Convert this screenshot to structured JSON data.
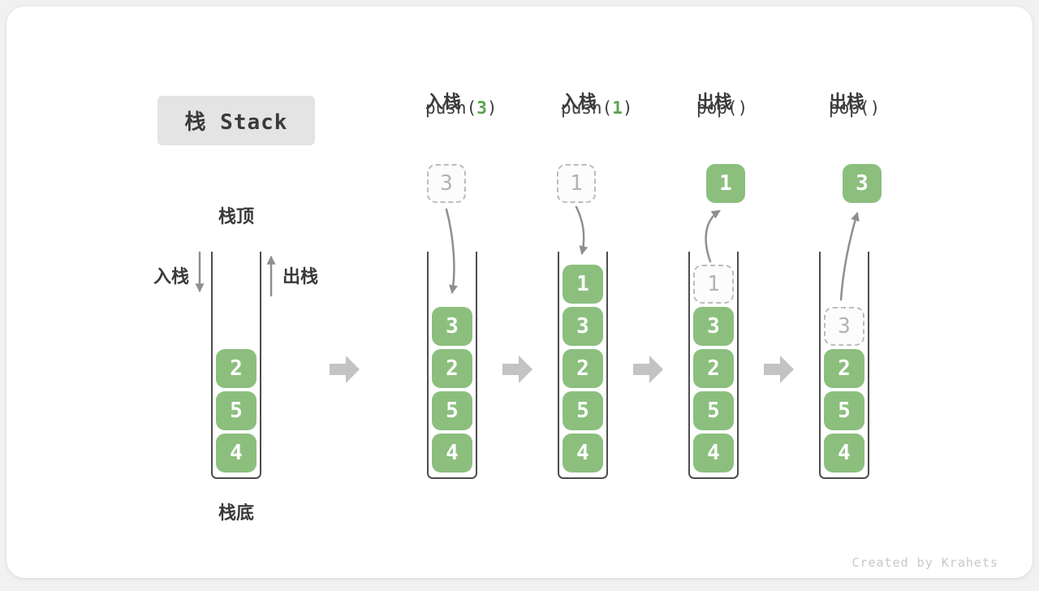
{
  "title": "栈 Stack",
  "stack_top_label": "栈顶",
  "stack_bottom_label": "栈底",
  "push_side_label": "入栈",
  "pop_side_label": "出栈",
  "watermark": "Created by Krahets",
  "colors": {
    "box_green": "#8cbf7e",
    "code_green": "#5ba14e",
    "text_dark": "#3a3a3a",
    "curve_arrow_gray": "#8f8f8f",
    "step_arrow_gray": "#c3c3c3",
    "ghost_gray": "#b3b3b3",
    "title_badge_bg": "#e4e4e4"
  },
  "columns": [
    {
      "name": "initial-stack",
      "items_top_to_bottom": [
        "2",
        "5",
        "4"
      ]
    },
    {
      "name": "step-push-3",
      "op_zh": "入栈",
      "op_code": [
        "push(",
        "3",
        ")"
      ],
      "floating": {
        "value": "3",
        "style": "dashed"
      },
      "items_top_to_bottom": [
        "3",
        "2",
        "5",
        "4"
      ]
    },
    {
      "name": "step-push-1",
      "op_zh": "入栈",
      "op_code": [
        "push(",
        "1",
        ")"
      ],
      "floating": {
        "value": "1",
        "style": "dashed"
      },
      "items_top_to_bottom": [
        "1",
        "3",
        "2",
        "5",
        "4"
      ]
    },
    {
      "name": "step-pop-1",
      "op_zh": "出栈",
      "op_code": [
        "pop(",
        "",
        ")"
      ],
      "floating": {
        "value": "1",
        "style": "solid"
      },
      "ghost": "1",
      "items_top_to_bottom": [
        "3",
        "2",
        "5",
        "4"
      ]
    },
    {
      "name": "step-pop-3",
      "op_zh": "出栈",
      "op_code": [
        "pop(",
        "",
        ")"
      ],
      "floating": {
        "value": "3",
        "style": "solid"
      },
      "ghost": "3",
      "items_top_to_bottom": [
        "2",
        "5",
        "4"
      ]
    }
  ]
}
